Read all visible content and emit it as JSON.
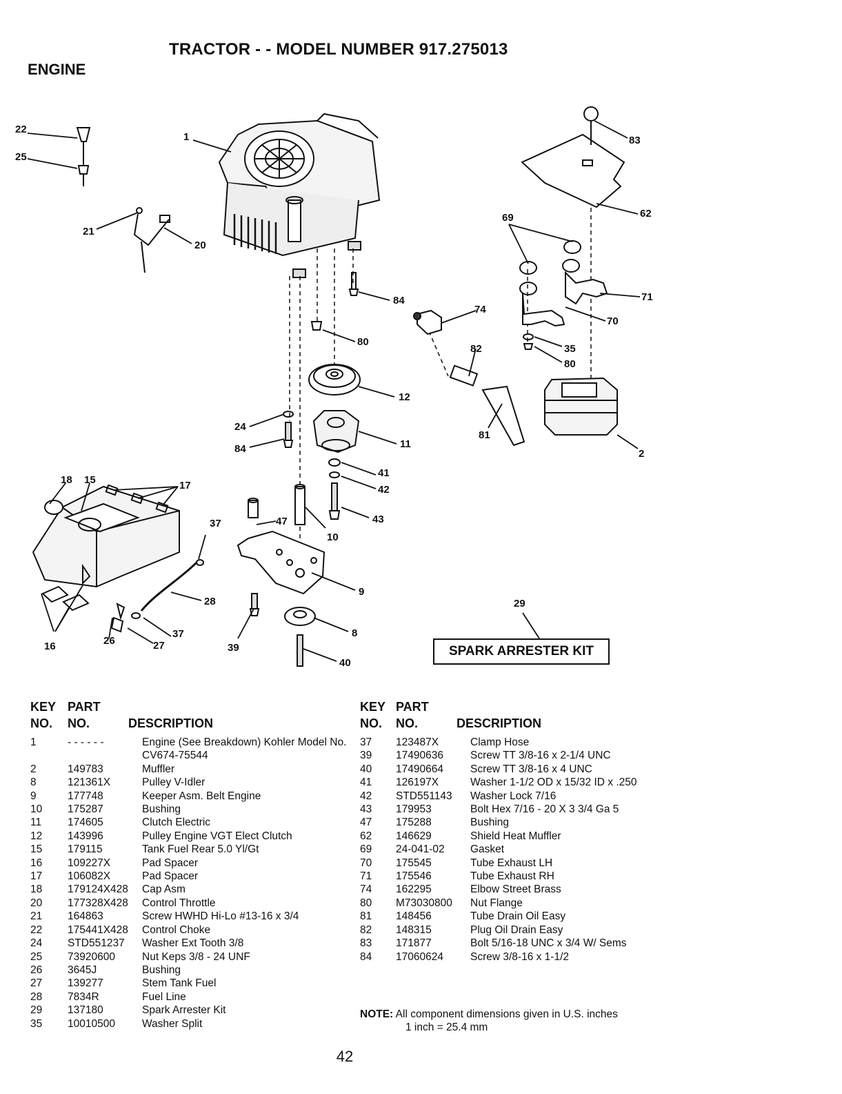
{
  "header": {
    "title": "TRACTOR - - MODEL NUMBER 917.275013",
    "section": "ENGINE"
  },
  "diagram": {
    "callouts": [
      "1",
      "2",
      "8",
      "9",
      "10",
      "11",
      "12",
      "15",
      "16",
      "17",
      "18",
      "20",
      "21",
      "22",
      "24",
      "25",
      "26",
      "27",
      "28",
      "37",
      "37",
      "39",
      "40",
      "41",
      "42",
      "43",
      "47",
      "62",
      "69",
      "70",
      "71",
      "74",
      "80",
      "80",
      "81",
      "82",
      "83",
      "84",
      "84",
      "35"
    ],
    "kit_label": "SPARK ARRESTER KIT",
    "kit_number": "29"
  },
  "table_headers": {
    "key": "KEY",
    "no": "NO.",
    "part": "PART",
    "no2": "NO.",
    "description": "DESCRIPTION"
  },
  "parts_left": [
    {
      "key": "1",
      "part": "- - - - - -",
      "desc": "Engine (See Breakdown) Kohler Model No. CV674-75544"
    },
    {
      "key": "2",
      "part": "149783",
      "desc": "Muffler"
    },
    {
      "key": "8",
      "part": "121361X",
      "desc": "Pulley V-Idler"
    },
    {
      "key": "9",
      "part": "177748",
      "desc": "Keeper Asm. Belt Engine"
    },
    {
      "key": "10",
      "part": "175287",
      "desc": "Bushing"
    },
    {
      "key": "11",
      "part": "174605",
      "desc": "Clutch Electric"
    },
    {
      "key": "12",
      "part": "143996",
      "desc": "Pulley Engine VGT Elect Clutch"
    },
    {
      "key": "15",
      "part": "179115",
      "desc": "Tank Fuel Rear 5.0 Yl/Gt"
    },
    {
      "key": "16",
      "part": "109227X",
      "desc": "Pad Spacer"
    },
    {
      "key": "17",
      "part": "106082X",
      "desc": "Pad Spacer"
    },
    {
      "key": "18",
      "part": "179124X428",
      "desc": "Cap Asm"
    },
    {
      "key": "20",
      "part": "177328X428",
      "desc": "Control Throttle"
    },
    {
      "key": "21",
      "part": "164863",
      "desc": "Screw HWHD Hi-Lo #13-16 x 3/4"
    },
    {
      "key": "22",
      "part": "175441X428",
      "desc": "Control Choke"
    },
    {
      "key": "24",
      "part": "STD551237",
      "desc": "Washer Ext Tooth 3/8"
    },
    {
      "key": "25",
      "part": "73920600",
      "desc": "Nut Keps 3/8 - 24 UNF"
    },
    {
      "key": "26",
      "part": "3645J",
      "desc": "Bushing"
    },
    {
      "key": "27",
      "part": "139277",
      "desc": "Stem Tank Fuel"
    },
    {
      "key": "28",
      "part": "7834R",
      "desc": "Fuel Line"
    },
    {
      "key": "29",
      "part": "137180",
      "desc": "Spark Arrester Kit"
    },
    {
      "key": "35",
      "part": "10010500",
      "desc": "Washer Split"
    }
  ],
  "parts_right": [
    {
      "key": "37",
      "part": "123487X",
      "desc": "Clamp Hose"
    },
    {
      "key": "39",
      "part": "17490636",
      "desc": "Screw TT 3/8-16 x 2-1/4 UNC"
    },
    {
      "key": "40",
      "part": "17490664",
      "desc": "Screw TT 3/8-16 x 4 UNC"
    },
    {
      "key": "41",
      "part": "126197X",
      "desc": "Washer 1-1/2 OD x 15/32 ID x .250"
    },
    {
      "key": "42",
      "part": "STD551143",
      "desc": "Washer Lock 7/16"
    },
    {
      "key": "43",
      "part": "179953",
      "desc": "Bolt Hex 7/16 - 20 X 3 3/4 Ga 5"
    },
    {
      "key": "47",
      "part": "175288",
      "desc": "Bushing"
    },
    {
      "key": "62",
      "part": "146629",
      "desc": "Shield Heat Muffler"
    },
    {
      "key": "69",
      "part": "24-041-02",
      "desc": "Gasket"
    },
    {
      "key": "70",
      "part": "175545",
      "desc": "Tube Exhaust LH"
    },
    {
      "key": "71",
      "part": "175546",
      "desc": "Tube Exhaust RH"
    },
    {
      "key": "74",
      "part": "162295",
      "desc": "Elbow Street Brass"
    },
    {
      "key": "80",
      "part": "M73030800",
      "desc": "Nut Flange"
    },
    {
      "key": "81",
      "part": "148456",
      "desc": "Tube Drain Oil Easy"
    },
    {
      "key": "82",
      "part": "148315",
      "desc": "Plug Oil Drain Easy"
    },
    {
      "key": "83",
      "part": "171877",
      "desc": "Bolt 5/16-18 UNC x 3/4 W/ Sems"
    },
    {
      "key": "84",
      "part": "17060624",
      "desc": "Screw 3/8-16 x 1-1/2"
    }
  ],
  "note": {
    "label": "NOTE:",
    "text": "All component dimensions given in U.S. inches",
    "conversion": "1 inch = 25.4 mm"
  },
  "page_number": "42"
}
